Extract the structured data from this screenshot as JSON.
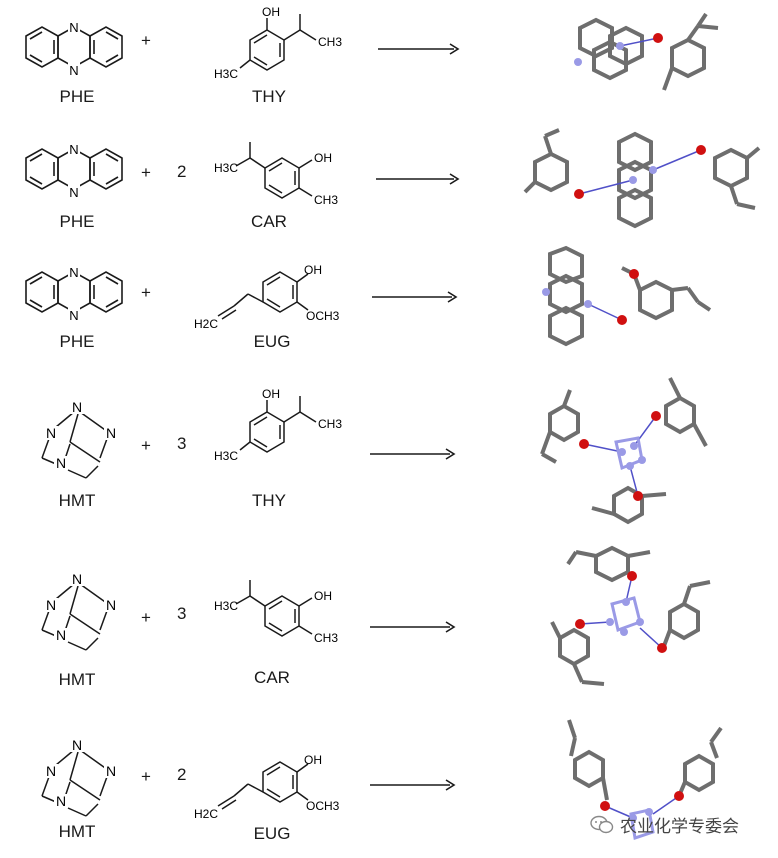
{
  "reactions": [
    {
      "reactant_a": "PHE",
      "plus": "+",
      "coefficient": "",
      "reactant_b": "THY"
    },
    {
      "reactant_a": "PHE",
      "plus": "+",
      "coefficient": "2",
      "reactant_b": "CAR"
    },
    {
      "reactant_a": "PHE",
      "plus": "+",
      "coefficient": "",
      "reactant_b": "EUG"
    },
    {
      "reactant_a": "HMT",
      "plus": "+",
      "coefficient": "3",
      "reactant_b": "THY"
    },
    {
      "reactant_a": "HMT",
      "plus": "+",
      "coefficient": "3",
      "reactant_b": "CAR"
    },
    {
      "reactant_a": "HMT",
      "plus": "+",
      "coefficient": "2",
      "reactant_b": "EUG"
    }
  ],
  "atom_labels": {
    "n": "N",
    "oh": "OH",
    "h3c": "H3C",
    "ch3": "CH3",
    "h2c": "H2C",
    "och3": "OCH3"
  },
  "watermark": "农业化学专委会",
  "colors": {
    "carbon": "#6e6e6e",
    "nitrogen": "#9a9ae6",
    "oxygen": "#d01010",
    "bond_h": "#5050c8",
    "ink": "#1a1a1a"
  }
}
